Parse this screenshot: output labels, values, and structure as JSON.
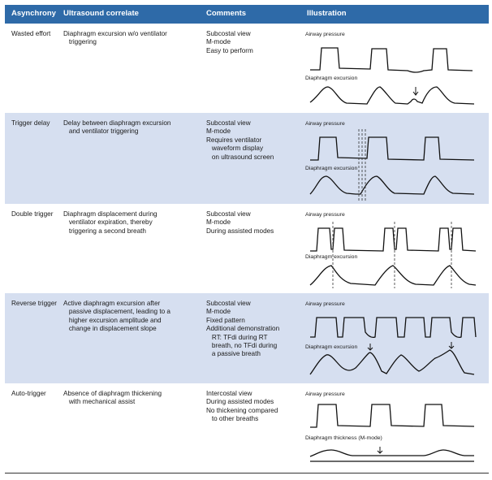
{
  "header": {
    "asynchrony": "Asynchrony",
    "ultrasound": "Ultrasound correlate",
    "comments": "Comments",
    "illustration": "Illustration"
  },
  "rows": [
    {
      "asynchrony": "Wasted effort",
      "correlate": [
        "Diaphragm excursion w/o ventilator",
        "   triggering"
      ],
      "comments": [
        "Subcostal view",
        "M-mode",
        "Easy to perform"
      ],
      "label_top": "Airway pressure",
      "label_bottom": "Diaphragm excursion"
    },
    {
      "asynchrony": "Trigger delay",
      "correlate": [
        "Delay between diaphragm excursion",
        "   and ventilator triggering"
      ],
      "comments": [
        "Subcostal view",
        "M-mode",
        "Requires ventilator",
        "   waveform display",
        "   on ultrasound screen"
      ],
      "label_top": "Airway pressure",
      "label_bottom": "Diaphragm excursion"
    },
    {
      "asynchrony": "Double trigger",
      "correlate": [
        "Diaphragm displacement during",
        "   ventilator expiration, thereby",
        "   triggering a second breath"
      ],
      "comments": [
        "Subcostal view",
        "M-mode",
        "During assisted modes"
      ],
      "label_top": "Airway pressure",
      "label_bottom": "Diaphragm excursion"
    },
    {
      "asynchrony": "Reverse trigger",
      "correlate": [
        "Active diaphragm excursion after",
        "   passive displacement, leading to a",
        "   higher excursion amplitude and",
        "   change in displacement slope"
      ],
      "comments": [
        "Subcostal view",
        "M-mode",
        "Fixed pattern",
        "Additional demonstration",
        "   RT: TFdi during RT",
        "   breath, no TFdi during",
        "   a passive breath"
      ],
      "label_top": "Airway pressure",
      "label_bottom": "Diaphragm excursion"
    },
    {
      "asynchrony": "Auto-trigger",
      "correlate": [
        "Absence of diaphragm thickening",
        "   with mechanical assist"
      ],
      "comments": [
        "Intercostal view",
        "During assisted modes",
        "No thickening compared",
        "   to other breaths"
      ],
      "label_top": "Airway pressure",
      "label_bottom": "Diaphragm thickness (M-mode)"
    }
  ]
}
